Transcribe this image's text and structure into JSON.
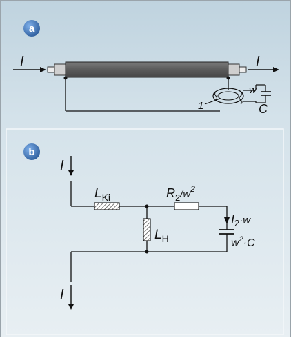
{
  "panel_a": {
    "badge": "a",
    "current_in": "I",
    "current_out": "I",
    "ref_1": "1",
    "turns": "w",
    "capacitor": "C"
  },
  "panel_b": {
    "badge": "b",
    "current_top": "I",
    "current_bottom": "I",
    "lki_main": "L",
    "lki_sub": "Ki",
    "r2_main": "R",
    "r2_sub": "2",
    "r2_over": "/w",
    "r2_sup": "2",
    "lh_main": "L",
    "lh_sub": "H",
    "i2_main": "I",
    "i2_sub": "2",
    "i2_tail": "·w",
    "cap_w": "w",
    "cap_sup": "2",
    "cap_tail": "·C"
  },
  "colors": {
    "badge": "#2f5f9e",
    "conductor": "#5b5b5b",
    "wire": "#1a1a1a",
    "hatch": "#444444"
  }
}
